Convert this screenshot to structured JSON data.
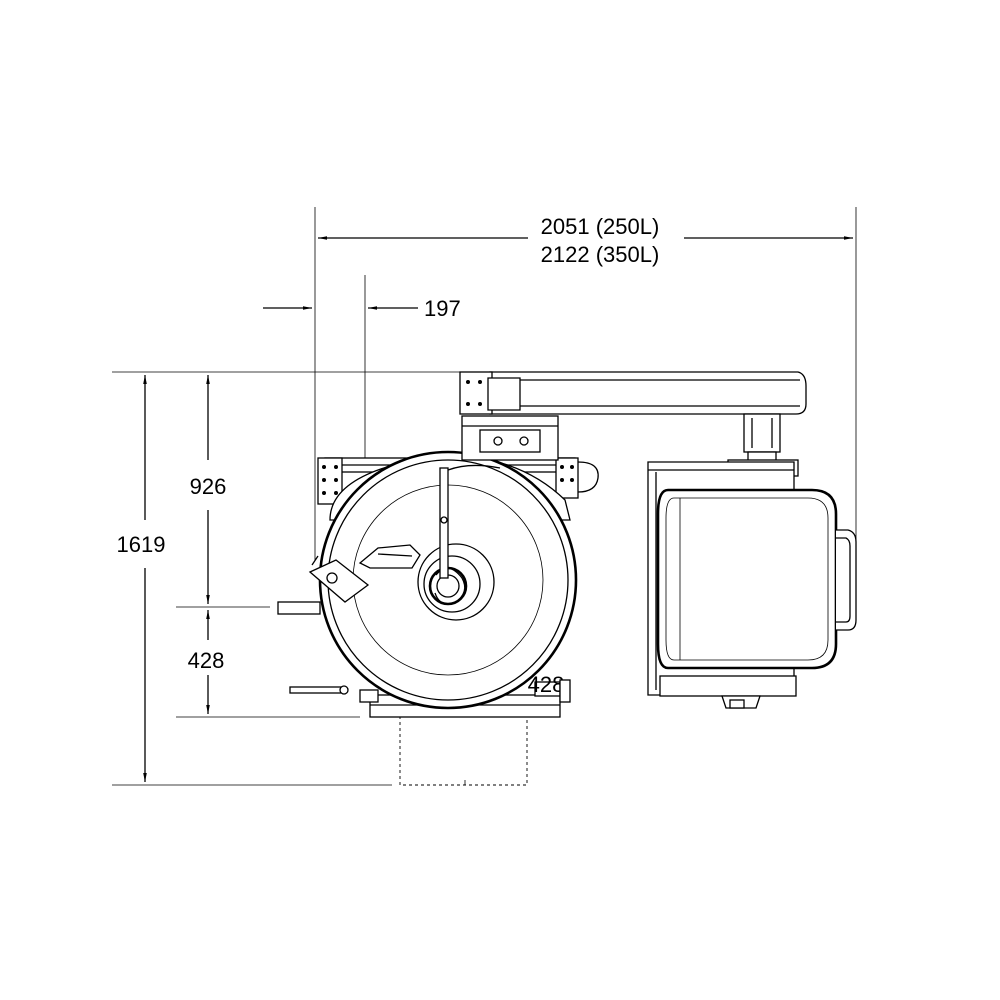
{
  "dimensions": {
    "overall_width_250": "2051 (250L)",
    "overall_width_350": "2122 (350L)",
    "offset_top": "197",
    "height_upper": "926",
    "height_lower": "428",
    "overall_height": "1619"
  },
  "marking": {
    "base_label": "428"
  }
}
